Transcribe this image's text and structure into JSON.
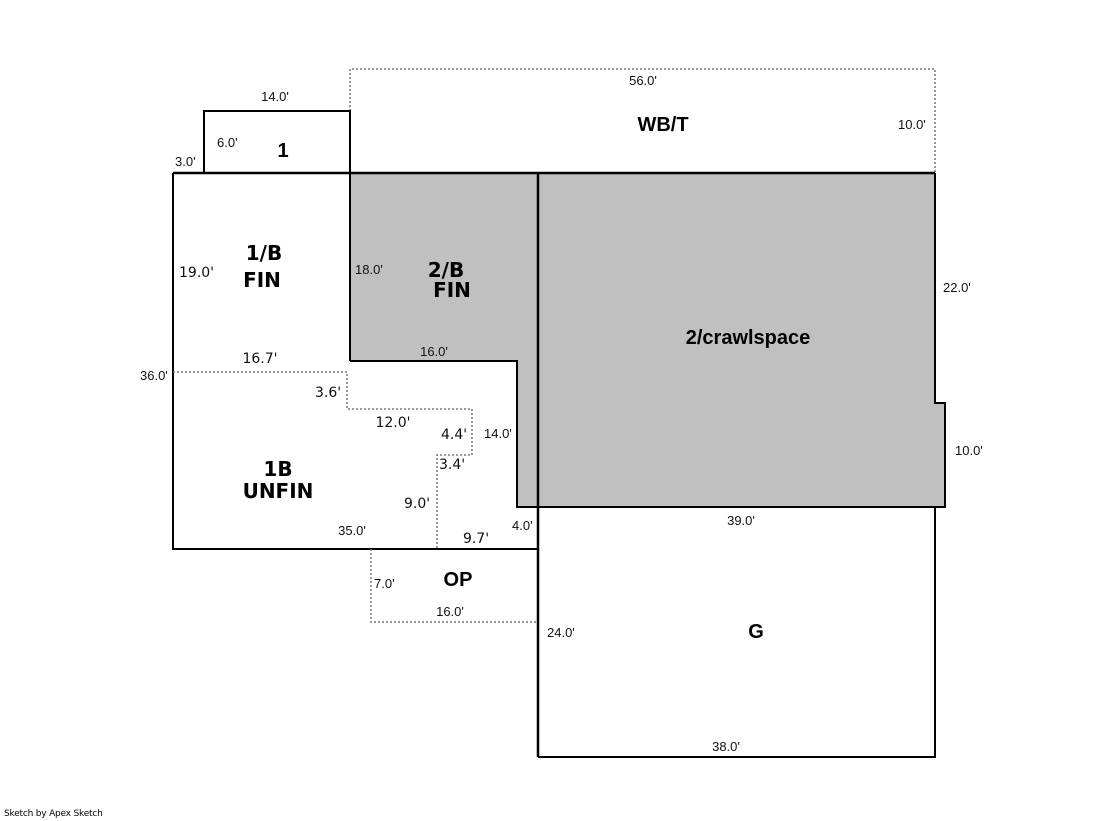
{
  "sketch": {
    "areas": [
      {
        "id": "one",
        "label": "1"
      },
      {
        "id": "wbt",
        "label": "WB/T"
      },
      {
        "id": "b1fin",
        "label_lines": [
          "1/B",
          "FIN"
        ]
      },
      {
        "id": "b2fin",
        "label_lines": [
          "2/B",
          "FIN"
        ]
      },
      {
        "id": "crawl",
        "label": "2/crawlspace"
      },
      {
        "id": "b1unfin",
        "label_lines": [
          "1B",
          "UNFIN"
        ]
      },
      {
        "id": "op",
        "label": "OP"
      },
      {
        "id": "garage",
        "label": "G"
      }
    ],
    "dimensions": {
      "one_top": "14.0'",
      "one_side": "6.0'",
      "one_step": "3.0'",
      "wbt_top": "56.0'",
      "wbt_side": "10.0'",
      "b1fin_side": "19.0'",
      "b2fin_side": "18.0'",
      "b2fin_bottom": "16.0'",
      "unfin_top": "16.7'",
      "left_total": "36.0'",
      "unfin_step1": "3.6'",
      "unfin_step2": "12.0'",
      "unfin_step3": "4.4'",
      "unfin_step4": "3.4'",
      "unfin_step5": "9.0'",
      "unfin_step6": "9.7'",
      "stair_side": "14.0'",
      "bottom_total": "35.0'",
      "step_small": "4.0'",
      "crawl_side": "22.0'",
      "crawl_bump": "10.0'",
      "garage_top": "39.0'",
      "garage_side": "24.0'",
      "garage_bottom": "38.0'",
      "op_side": "7.0'",
      "op_bottom": "16.0'"
    },
    "colors": {
      "shaded": "#c0c0c0",
      "line": "#000000",
      "dotted": "#777777"
    }
  },
  "footer": "Sketch by Apex Sketch"
}
